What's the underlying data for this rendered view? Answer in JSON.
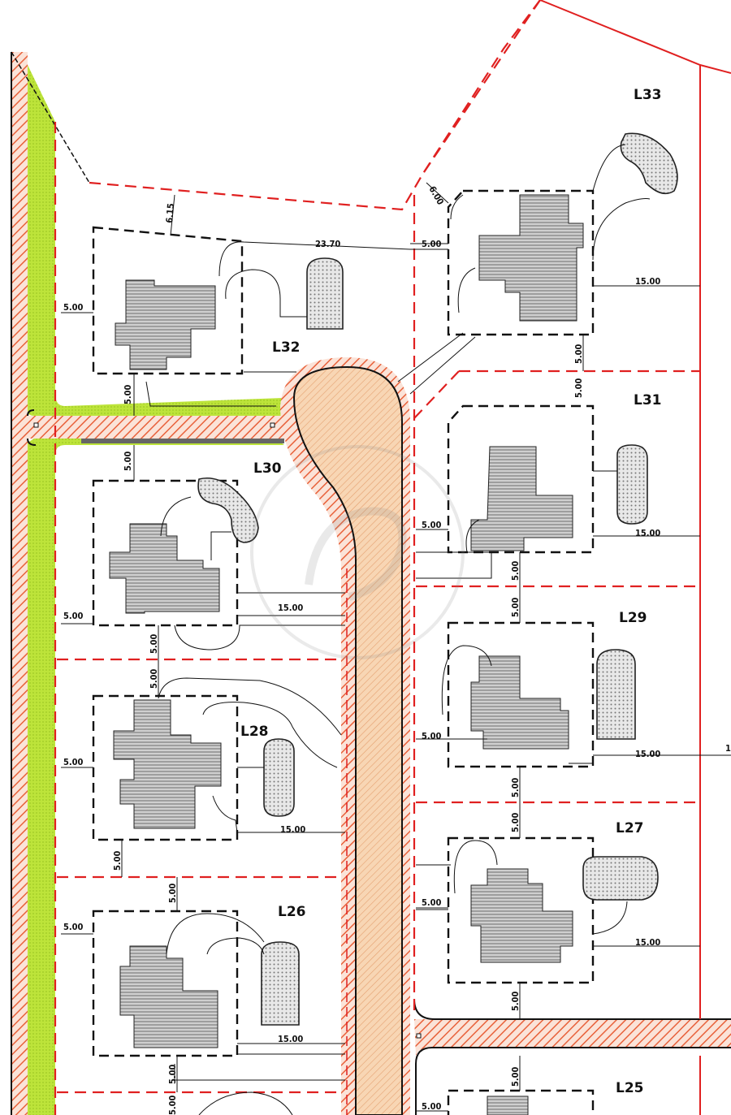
{
  "lots": [
    {
      "label": "L33"
    },
    {
      "label": "L32"
    },
    {
      "label": "L31"
    },
    {
      "label": "L30"
    },
    {
      "label": "L29"
    },
    {
      "label": "L28"
    },
    {
      "label": "L27"
    },
    {
      "label": "L26"
    },
    {
      "label": "L25"
    }
  ],
  "dimensions": {
    "d_615": "6.15",
    "d_2370": "23.70",
    "d_600": "6.00",
    "setback": "5.00",
    "frontage": "15.00",
    "edge_cut": "1"
  },
  "colors": {
    "lot_boundary": "#e02020",
    "greenbelt": "#b9e23a",
    "road": "#f6c9a0",
    "building_envelope": "#111111"
  },
  "icons": [
    "watermark-logo-icon"
  ]
}
